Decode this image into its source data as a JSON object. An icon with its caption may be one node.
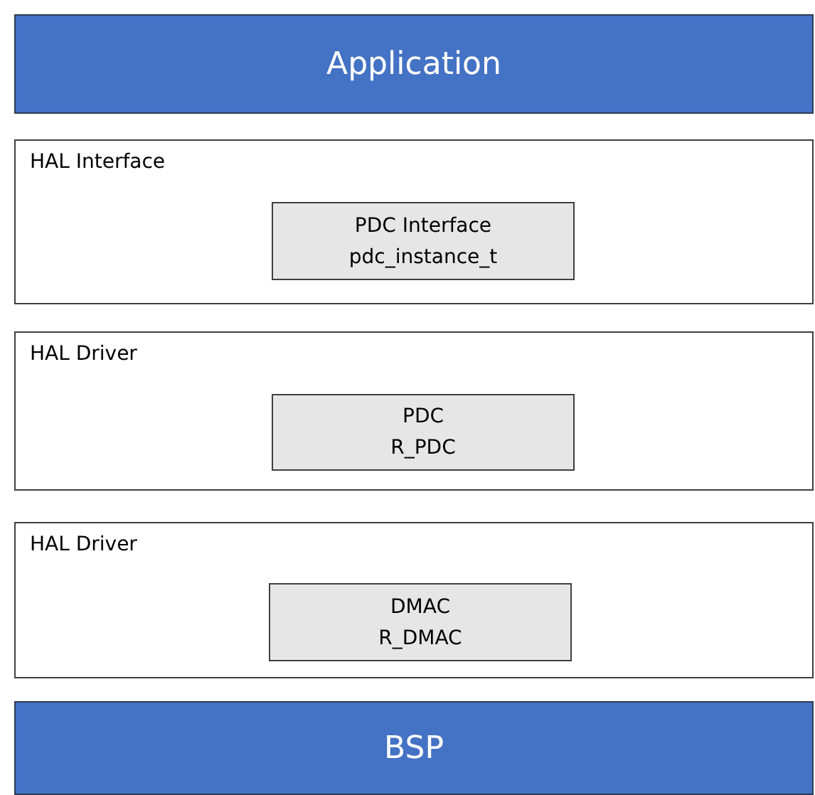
{
  "diagram": {
    "nodes": [
      {
        "text": [
          "Application"
        ]
      },
      {
        "text": [
          "HAL Interface"
        ]
      },
      {
        "text": [
          "PDC Interface",
          "pdc_instance_t"
        ],
        "in": 1
      },
      {
        "text": [
          "HAL Driver"
        ]
      },
      {
        "text": [
          "PDC",
          "R_PDC"
        ],
        "in": 3
      },
      {
        "text": [
          "HAL Driver"
        ]
      },
      {
        "text": [
          "DMAC",
          "R_DMAC"
        ],
        "in": 5
      },
      {
        "text": [
          "BSP"
        ]
      }
    ]
  }
}
